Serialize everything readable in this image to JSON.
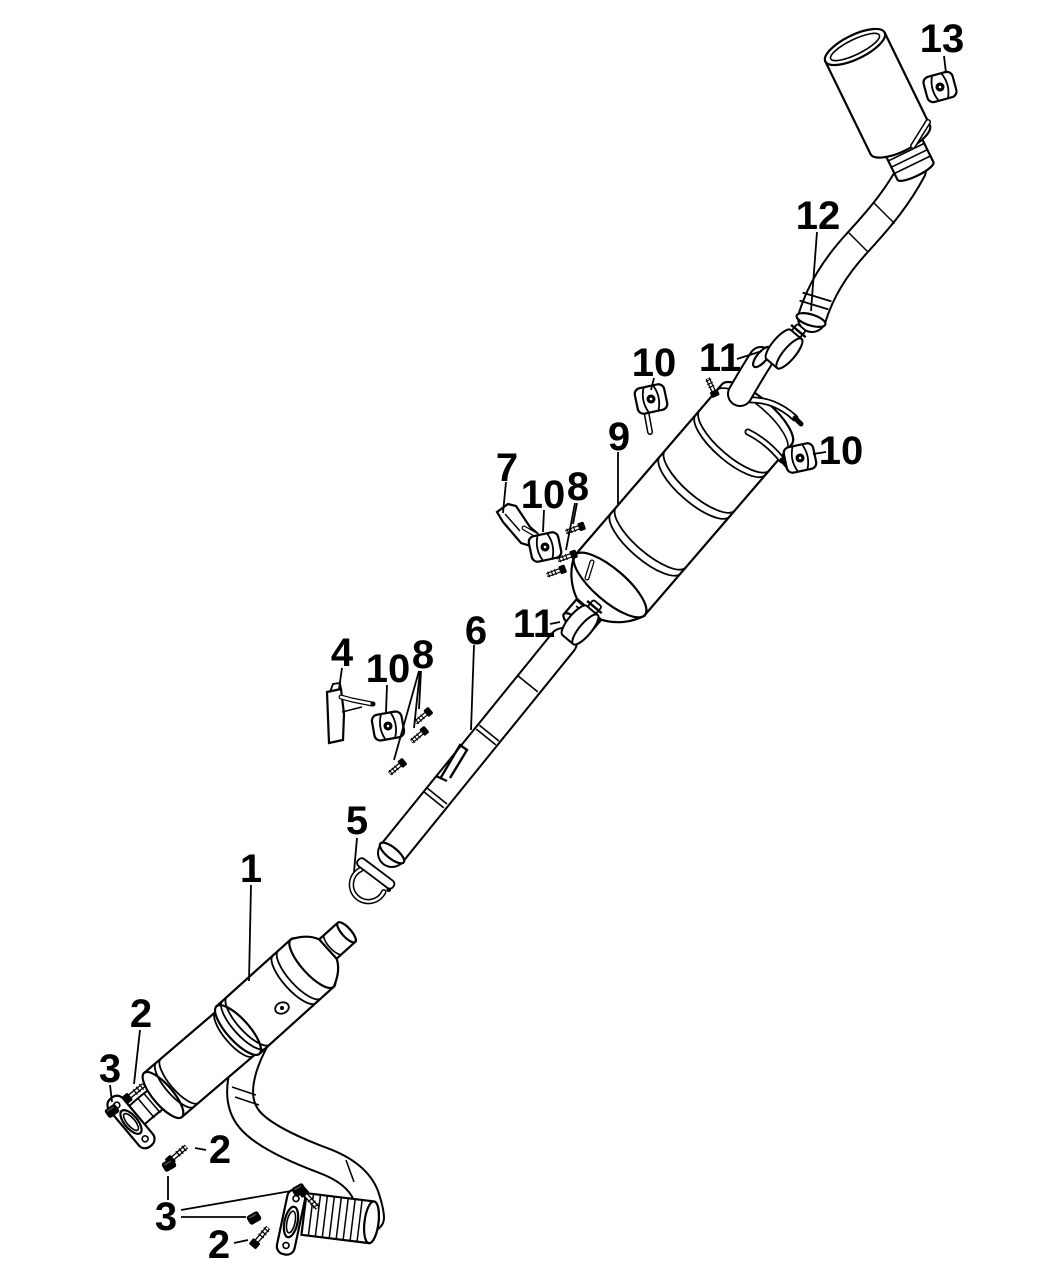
{
  "diagram": {
    "kind": "exploded-parts-line-drawing",
    "background": "#ffffff",
    "line_color": "#000000",
    "text_color": "#000000"
  },
  "callouts": [
    {
      "label": "13"
    },
    {
      "label": "12"
    },
    {
      "label": "11"
    },
    {
      "label": "10"
    },
    {
      "label": "9"
    },
    {
      "label": "10"
    },
    {
      "label": "7"
    },
    {
      "label": "10"
    },
    {
      "label": "8"
    },
    {
      "label": "11"
    },
    {
      "label": "6"
    },
    {
      "label": "4"
    },
    {
      "label": "10"
    },
    {
      "label": "8"
    },
    {
      "label": "5"
    },
    {
      "label": "1"
    },
    {
      "label": "2"
    },
    {
      "label": "3"
    },
    {
      "label": "2"
    },
    {
      "label": "3"
    },
    {
      "label": "2"
    }
  ]
}
